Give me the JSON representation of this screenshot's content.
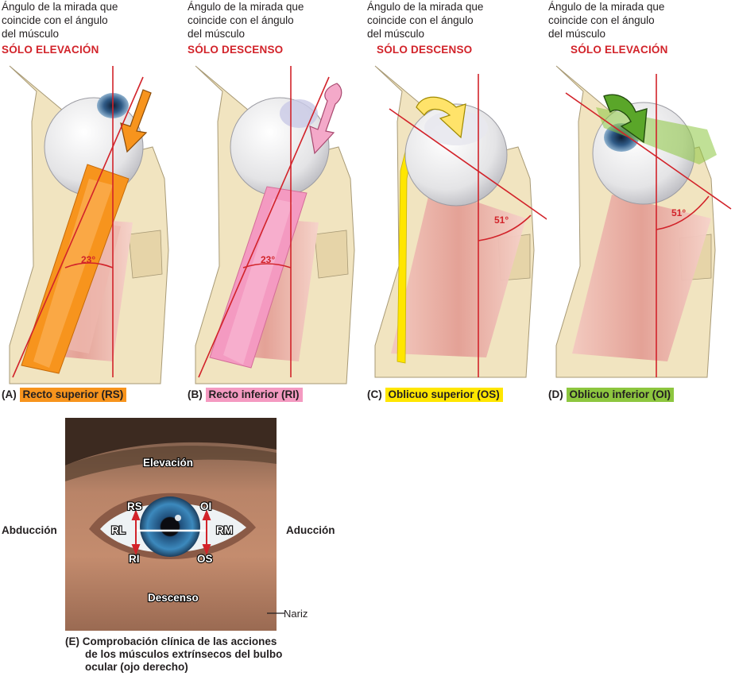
{
  "panels": [
    {
      "id": "A",
      "header": "Ángulo de la mirada que\ncoincide con el ángulo\ndel músculo",
      "mode": "SÓLO ELEVACIÓN",
      "letter": "(A)",
      "muscle": "Recto superior (RS)",
      "angle": "23°",
      "color": "#f7941d"
    },
    {
      "id": "B",
      "header": "Ángulo de la mirada que\ncoincide con el ángulo\ndel músculo",
      "mode": "SÓLO DESCENSO",
      "letter": "(B)",
      "muscle": "Recto inferior (RI)",
      "angle": "23°",
      "color": "#f49ac1"
    },
    {
      "id": "C",
      "header": "Ángulo de la mirada que\ncoincide con el ángulo\ndel músculo",
      "mode": "SÓLO DESCENSO",
      "letter": "(C)",
      "muscle": "Oblicuo superior (OS)",
      "angle": "51°",
      "color": "#ffe600"
    },
    {
      "id": "D",
      "header": "Ángulo de la mirada que\ncoincide con el ángulo\ndel músculo",
      "mode": "SÓLO ELEVACIÓN",
      "letter": "(D)",
      "muscle": "Oblicuo inferior (OI)",
      "angle": "51°",
      "color": "#8dc63f"
    }
  ],
  "clinical": {
    "elevacion": "Elevación",
    "descenso": "Descenso",
    "abduccion": "Abducción",
    "aduccion": "Aducción",
    "nariz": "Nariz",
    "labels": {
      "rs": "RS",
      "oi": "OI",
      "rl": "RL",
      "rm": "RM",
      "ri": "RI",
      "os": "OS"
    },
    "caption": {
      "letter": "(E)",
      "line1": "Comprobación clínica de las acciones",
      "line2": "de los músculos extrínsecos del bulbo",
      "line3": "ocular (ojo derecho)"
    }
  },
  "colors": {
    "accent_red": "#d2232a",
    "bone": "#f1e4c0",
    "muscle": "#e8aaa0"
  }
}
